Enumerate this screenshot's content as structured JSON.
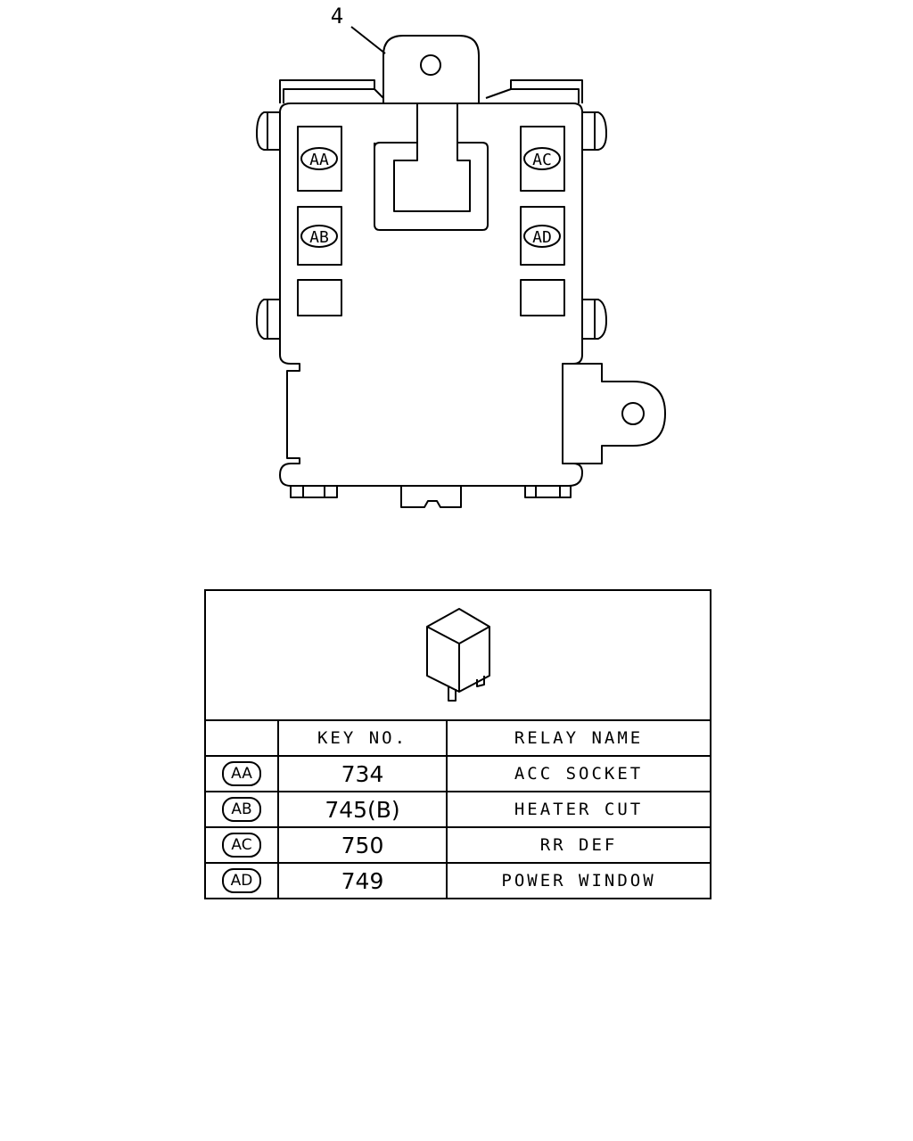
{
  "callout": {
    "number": "4"
  },
  "fuse_box": {
    "slot_badges": [
      "AA",
      "AB",
      "AC",
      "AD"
    ]
  },
  "table": {
    "header": {
      "code": "",
      "key_no": "KEY NO.",
      "relay_name": "RELAY NAME"
    },
    "rows": [
      {
        "code": "AA",
        "key_no": "734",
        "relay_name": "ACC SOCKET"
      },
      {
        "code": "AB",
        "key_no": "745(B)",
        "relay_name": "HEATER CUT"
      },
      {
        "code": "AC",
        "key_no": "750",
        "relay_name": "RR DEF"
      },
      {
        "code": "AD",
        "key_no": "749",
        "relay_name": "POWER WINDOW"
      }
    ]
  }
}
